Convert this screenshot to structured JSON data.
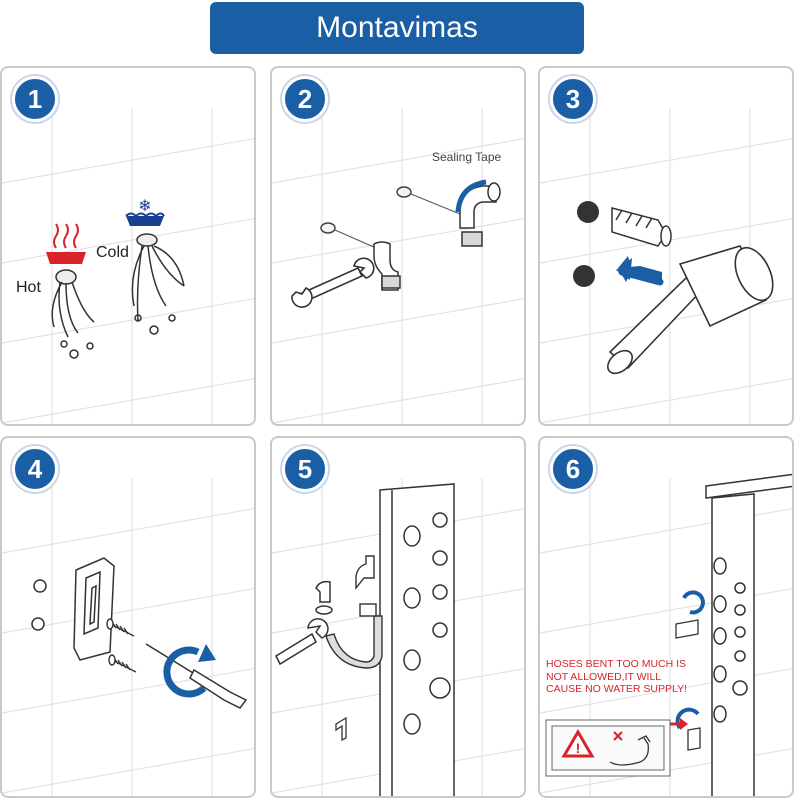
{
  "title": "Montavimas",
  "steps": [
    {
      "number": "1",
      "labels": {
        "hot": "Hot",
        "cold": "Cold"
      }
    },
    {
      "number": "2",
      "labels": {
        "tape": "Sealing Tape"
      }
    },
    {
      "number": "3"
    },
    {
      "number": "4"
    },
    {
      "number": "5"
    },
    {
      "number": "6",
      "warning": "HOSES BENT TOO MUCH IS NOT ALLOWED,IT WILL CAUSE NO WATER SUPPLY!"
    }
  ],
  "colors": {
    "brand_blue": "#1a5ea5",
    "hot_red": "#d8232a",
    "cold_blue": "#1a3f8f",
    "warning_red": "#d8232a"
  }
}
